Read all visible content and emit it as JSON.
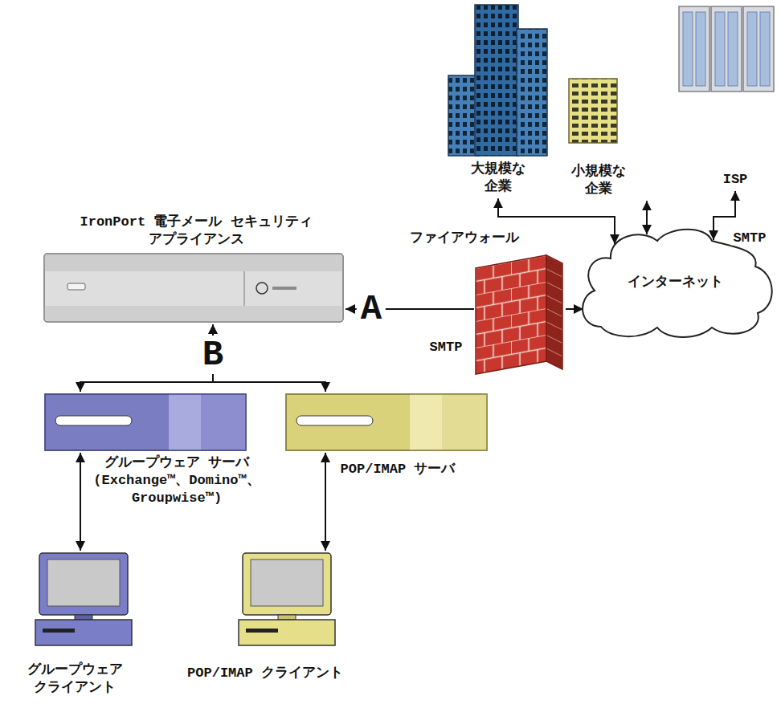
{
  "diagram": {
    "nodes": [
      {
        "text": [
          "大規模な 企業"
        ]
      },
      {
        "text": [
          "小規模な 企業"
        ]
      },
      {
        "text": [
          "ISP"
        ]
      },
      {
        "text": [
          "インターネット"
        ]
      },
      {
        "text": [
          "ファイアウォール"
        ]
      },
      {
        "text": [
          "IronPort 電子メール セキュリティ アプライアンス"
        ]
      },
      {
        "text": [
          "グループウェア サーバ",
          "(Exchange™、Domino™、Groupwise™)"
        ]
      },
      {
        "text": [
          "POP/IMAP サーバ"
        ]
      },
      {
        "text": [
          "グループウェア クライアント"
        ]
      },
      {
        "text": [
          "POP/IMAP クライアント"
        ]
      }
    ],
    "edges": [
      {
        "from": 0,
        "to": 3,
        "arrow": "both"
      },
      {
        "from": 1,
        "to": 3,
        "arrow": "both"
      },
      {
        "from": 2,
        "to": 3,
        "label": "SMTP",
        "arrow": "both"
      },
      {
        "from": 4,
        "to": 3,
        "arrow": "to"
      },
      {
        "from": 4,
        "to": 5,
        "label": "SMTP",
        "arrow": "to"
      },
      {
        "from": 5,
        "to": 6,
        "arrow": "both"
      },
      {
        "from": 5,
        "to": 7,
        "arrow": "both"
      },
      {
        "from": 6,
        "to": 8,
        "arrow": "both"
      },
      {
        "from": 7,
        "to": 9,
        "arrow": "both"
      }
    ],
    "labels": [
      "A",
      "B"
    ]
  }
}
